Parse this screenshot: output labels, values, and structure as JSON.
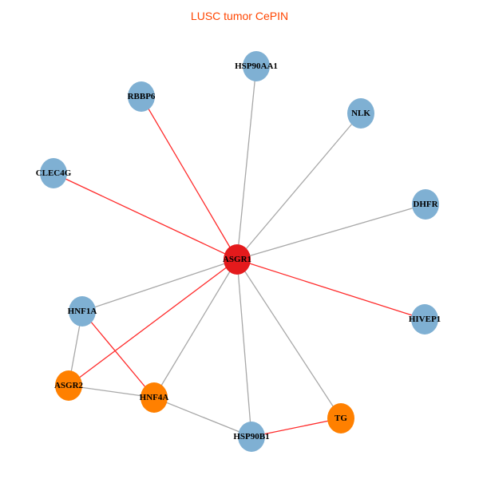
{
  "title": "LUSC tumor CePIN",
  "colors": {
    "hub": "#e41a1c",
    "orange": "#ff8000",
    "blue": "#7fb0d3",
    "edge_red": "#ff2a2a",
    "edge_gray": "#a8a8a8"
  },
  "nodes": [
    {
      "id": "ASGR1",
      "type": "hub"
    },
    {
      "id": "HSP90AA1",
      "type": "blue"
    },
    {
      "id": "RBBP6",
      "type": "blue"
    },
    {
      "id": "NLK",
      "type": "blue"
    },
    {
      "id": "CLEC4G",
      "type": "blue"
    },
    {
      "id": "DHFR",
      "type": "blue"
    },
    {
      "id": "HNF1A",
      "type": "blue"
    },
    {
      "id": "HIVEP1",
      "type": "blue"
    },
    {
      "id": "ASGR2",
      "type": "orange"
    },
    {
      "id": "HNF4A",
      "type": "orange"
    },
    {
      "id": "TG",
      "type": "orange"
    },
    {
      "id": "HSP90B1",
      "type": "blue"
    }
  ],
  "edges": [
    {
      "source": "ASGR1",
      "target": "HSP90AA1",
      "color": "edge_gray"
    },
    {
      "source": "ASGR1",
      "target": "RBBP6",
      "color": "edge_red"
    },
    {
      "source": "ASGR1",
      "target": "NLK",
      "color": "edge_gray"
    },
    {
      "source": "ASGR1",
      "target": "CLEC4G",
      "color": "edge_red"
    },
    {
      "source": "ASGR1",
      "target": "DHFR",
      "color": "edge_gray"
    },
    {
      "source": "ASGR1",
      "target": "HNF1A",
      "color": "edge_gray"
    },
    {
      "source": "ASGR1",
      "target": "HIVEP1",
      "color": "edge_red"
    },
    {
      "source": "ASGR1",
      "target": "ASGR2",
      "color": "edge_red"
    },
    {
      "source": "ASGR1",
      "target": "HNF4A",
      "color": "edge_gray"
    },
    {
      "source": "ASGR1",
      "target": "HSP90B1",
      "color": "edge_gray"
    },
    {
      "source": "ASGR1",
      "target": "TG",
      "color": "edge_gray"
    },
    {
      "source": "HNF1A",
      "target": "ASGR2",
      "color": "edge_gray"
    },
    {
      "source": "HNF1A",
      "target": "HNF4A",
      "color": "edge_red"
    },
    {
      "source": "ASGR2",
      "target": "HNF4A",
      "color": "edge_gray"
    },
    {
      "source": "HNF4A",
      "target": "HSP90B1",
      "color": "edge_gray"
    },
    {
      "source": "HSP90B1",
      "target": "TG",
      "color": "edge_red"
    }
  ]
}
